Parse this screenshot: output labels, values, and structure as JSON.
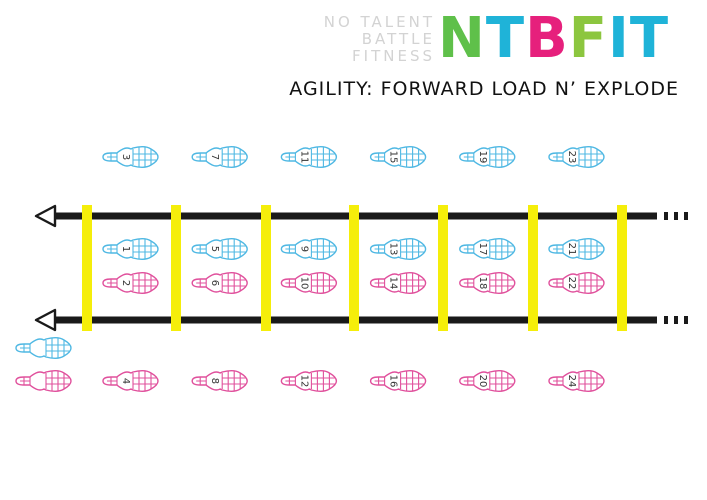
{
  "header": {
    "tagline": [
      "NO TALENT",
      "BATTLE",
      "FITNESS"
    ],
    "logo_letters": [
      {
        "char": "N",
        "color": "#5fc04a"
      },
      {
        "char": "T",
        "color": "#1fb3d8"
      },
      {
        "char": "B",
        "color": "#e6207c"
      },
      {
        "char": "F",
        "color": "#8cc63f"
      },
      {
        "char": "I",
        "color": "#1fb3d8"
      },
      {
        "char": "T",
        "color": "#1fb3d8"
      }
    ],
    "title": "AGILITY: FORWARD LOAD N’ EXPLODE"
  },
  "colors": {
    "left_foot": "#4fb8e3",
    "right_foot": "#e0509c",
    "rung": "#f5ee0a",
    "rail": "#1a1a1a"
  },
  "legend": {
    "left": "L",
    "right": "R"
  },
  "steps": [
    {
      "n": "1",
      "foot": "left",
      "zone": "inside",
      "col": 0
    },
    {
      "n": "2",
      "foot": "right",
      "zone": "inside",
      "col": 0
    },
    {
      "n": "3",
      "foot": "left",
      "zone": "above",
      "col": 0
    },
    {
      "n": "4",
      "foot": "right",
      "zone": "below",
      "col": 0
    },
    {
      "n": "5",
      "foot": "left",
      "zone": "inside",
      "col": 1
    },
    {
      "n": "6",
      "foot": "right",
      "zone": "inside",
      "col": 1
    },
    {
      "n": "7",
      "foot": "left",
      "zone": "above",
      "col": 1
    },
    {
      "n": "8",
      "foot": "right",
      "zone": "below",
      "col": 1
    },
    {
      "n": "9",
      "foot": "left",
      "zone": "inside",
      "col": 2
    },
    {
      "n": "10",
      "foot": "right",
      "zone": "inside",
      "col": 2
    },
    {
      "n": "11",
      "foot": "left",
      "zone": "above",
      "col": 2
    },
    {
      "n": "12",
      "foot": "right",
      "zone": "below",
      "col": 2
    },
    {
      "n": "13",
      "foot": "left",
      "zone": "inside",
      "col": 3
    },
    {
      "n": "14",
      "foot": "right",
      "zone": "inside",
      "col": 3
    },
    {
      "n": "15",
      "foot": "left",
      "zone": "above",
      "col": 3
    },
    {
      "n": "16",
      "foot": "right",
      "zone": "below",
      "col": 3
    },
    {
      "n": "17",
      "foot": "left",
      "zone": "inside",
      "col": 4
    },
    {
      "n": "18",
      "foot": "right",
      "zone": "inside",
      "col": 4
    },
    {
      "n": "19",
      "foot": "left",
      "zone": "above",
      "col": 4
    },
    {
      "n": "20",
      "foot": "right",
      "zone": "below",
      "col": 4
    },
    {
      "n": "21",
      "foot": "left",
      "zone": "inside",
      "col": 5
    },
    {
      "n": "22",
      "foot": "right",
      "zone": "inside",
      "col": 5
    },
    {
      "n": "23",
      "foot": "left",
      "zone": "above",
      "col": 5
    },
    {
      "n": "24",
      "foot": "right",
      "zone": "below",
      "col": 5
    }
  ]
}
